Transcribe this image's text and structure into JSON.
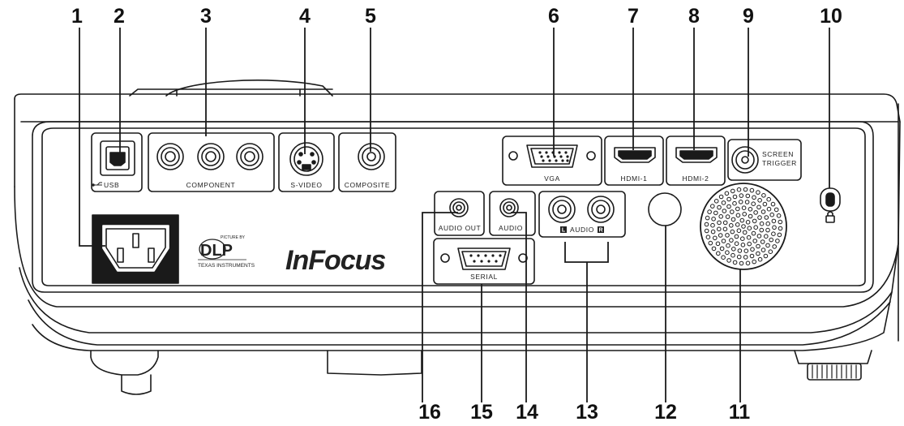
{
  "callouts": [
    "1",
    "2",
    "3",
    "4",
    "5",
    "6",
    "7",
    "8",
    "9",
    "10",
    "11",
    "12",
    "13",
    "14",
    "15",
    "16"
  ],
  "ports": {
    "usb": "USB",
    "component": "COMPONENT",
    "svideo": "S-VIDEO",
    "composite": "COMPOSITE",
    "vga": "VGA",
    "hdmi1": "HDMI-1",
    "hdmi2": "HDMI-2",
    "screen_trigger_line1": "SCREEN",
    "screen_trigger_line2": "TRIGGER",
    "audio_out": "AUDIO OUT",
    "audio_in": "AUDIO",
    "audio_lr": "AUDIO",
    "audio_l": "L",
    "audio_r": "R",
    "serial": "SERIAL"
  },
  "logos": {
    "brand": "InFocus",
    "dlp_top": "PICTURE BY",
    "dlp": "DLP",
    "texas": "TEXAS INSTRUMENTS"
  }
}
